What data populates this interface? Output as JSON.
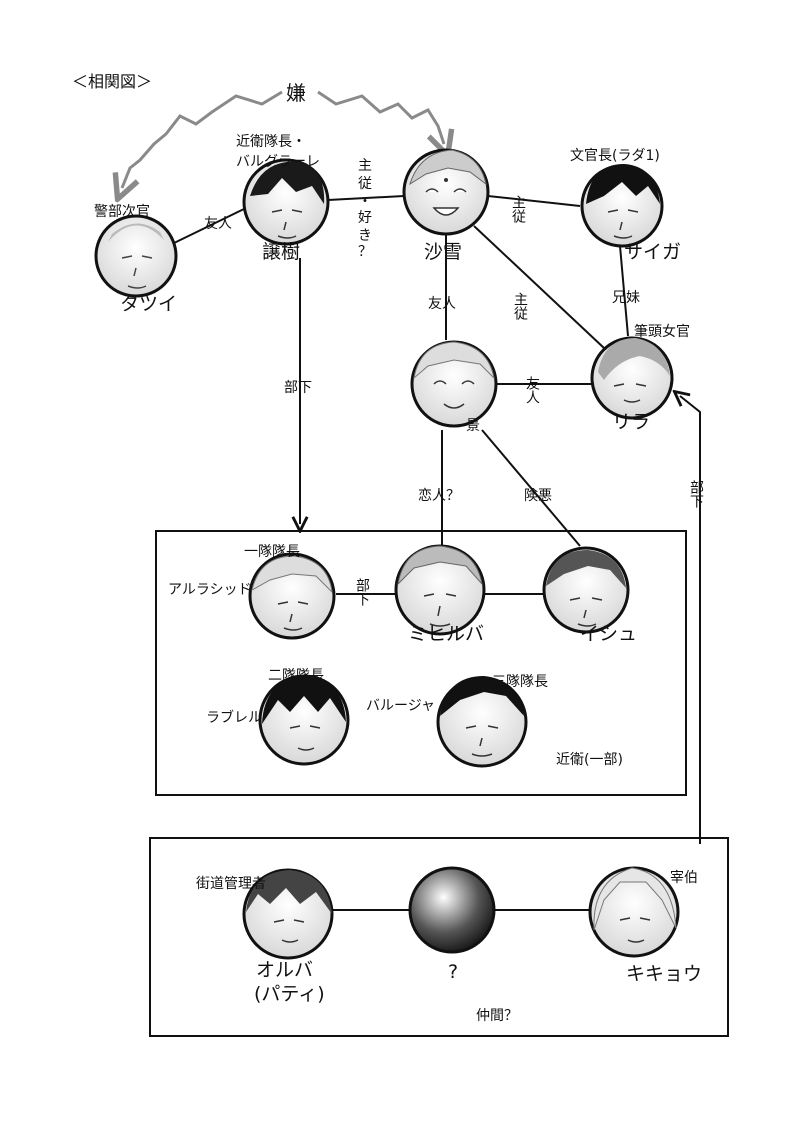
{
  "title": "＜相関図＞",
  "envy_label": "嫌",
  "characters": {
    "tatsui": {
      "name": "タツイ",
      "role": "警部次官"
    },
    "jouju": {
      "name": "譲樹",
      "role_line1": "近衛隊長・",
      "role_line2": "バルグラーレ"
    },
    "sayuki": {
      "name": "沙雪"
    },
    "saiga": {
      "name": "サイガ",
      "role": "文官長(ラダ1)"
    },
    "lila": {
      "name": "リラ",
      "role": "筆頭女官"
    },
    "kei": {
      "name": "景"
    },
    "alrashid": {
      "name": "アルラシッド",
      "role": "一隊隊長"
    },
    "mihiruba": {
      "name": "ミヒルバ"
    },
    "ishu": {
      "name": "イシュ"
    },
    "rabureru": {
      "name": "ラブレル",
      "role": "二隊隊長"
    },
    "baruja": {
      "name": "バルージャ",
      "role": "三隊隊長"
    },
    "oruba": {
      "name": "オルバ",
      "alias": "(パティ)",
      "role": "街道管理者"
    },
    "unknown": {
      "name": "?"
    },
    "kikyou": {
      "name": "キキョウ",
      "role": "宰伯"
    }
  },
  "relations": {
    "tatsui_jouju": "友人",
    "jouju_sayuki_line1": "主",
    "jouju_sayuki_line2": "従",
    "jouju_sayuki_line3": "・",
    "jouju_sayuki_line4": "好",
    "jouju_sayuki_line5": "き",
    "jouju_sayuki_line6": "？",
    "sayuki_saiga": "主従",
    "sayuki_lila": "主従",
    "saiga_lila": "兄妹",
    "sayuki_kei": "友人",
    "kei_lila": "友人",
    "jouju_guard": "部下",
    "kei_mihiruba": "恋人？",
    "kei_ishu": "険悪",
    "alrashid_mihiruba": "部下",
    "kikyou_lila": "部下"
  },
  "groups": {
    "guard": "近衛(一部)",
    "companions": "仲間？"
  }
}
